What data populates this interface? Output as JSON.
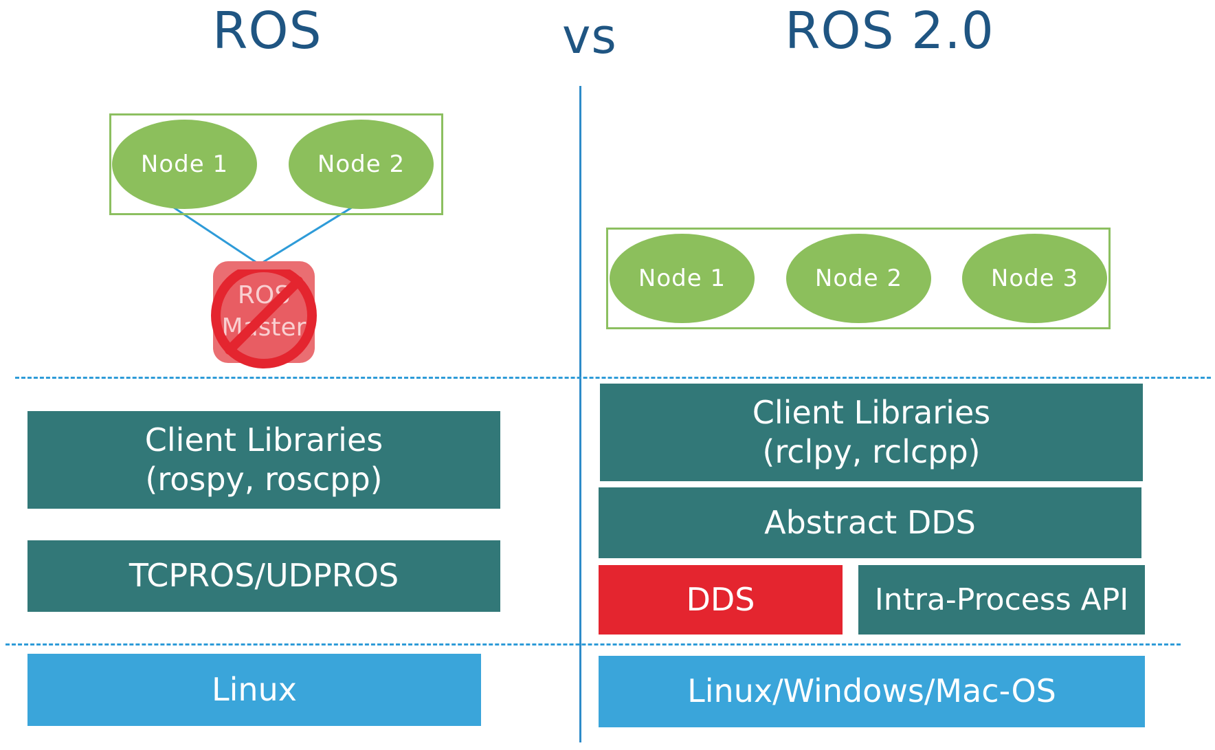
{
  "header": {
    "left_title": "ROS",
    "vs": "vs",
    "right_title": "ROS 2.0"
  },
  "ros1": {
    "nodes": [
      "Node 1",
      "Node 2"
    ],
    "master": {
      "line1": "ROS",
      "line2": "Master"
    },
    "layers": {
      "client_libraries": {
        "line1": "Client Libraries",
        "line2": "(rospy, roscpp)"
      },
      "transport": "TCPROS/UDPROS",
      "os": "Linux"
    }
  },
  "ros2": {
    "nodes": [
      "Node 1",
      "Node 2",
      "Node 3"
    ],
    "layers": {
      "client_libraries": {
        "line1": "Client Libraries",
        "line2": "(rclpy, rclcpp)"
      },
      "abstract_dds": "Abstract DDS",
      "dds": "DDS",
      "intra_process": "Intra-Process API",
      "os": "Linux/Windows/Mac-OS"
    }
  },
  "colors": {
    "title": "#1f5582",
    "node_green": "#8cbf5c",
    "layer_teal": "#327878",
    "dds_red": "#e4252f",
    "os_blue": "#3aa5da",
    "divider_blue": "#2e8bc9",
    "prohibited_red": "#e4252f"
  },
  "icons": {
    "master_overlay": "prohibited-sign-icon"
  }
}
